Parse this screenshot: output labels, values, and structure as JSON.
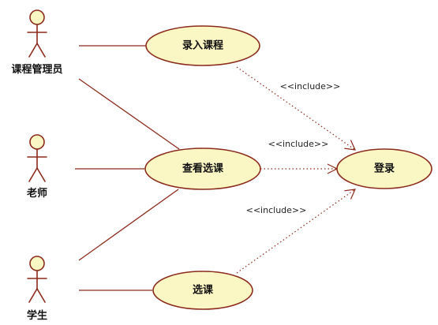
{
  "actors": [
    {
      "id": "course-admin",
      "label": "课程管理员",
      "icon": "stick-figure-icon"
    },
    {
      "id": "teacher",
      "label": "老师",
      "icon": "stick-figure-icon"
    },
    {
      "id": "student",
      "label": "学生",
      "icon": "stick-figure-icon"
    }
  ],
  "usecases": [
    {
      "id": "enter-course",
      "label": "录入课程"
    },
    {
      "id": "view-selection",
      "label": "查看选课"
    },
    {
      "id": "login",
      "label": "登录"
    },
    {
      "id": "select-course",
      "label": "选课"
    }
  ],
  "associations": [
    {
      "actor": "course-admin",
      "usecase": "enter-course"
    },
    {
      "actor": "course-admin",
      "usecase": "view-selection"
    },
    {
      "actor": "teacher",
      "usecase": "view-selection"
    },
    {
      "actor": "student",
      "usecase": "view-selection"
    },
    {
      "actor": "student",
      "usecase": "select-course"
    }
  ],
  "includes": [
    {
      "from": "enter-course",
      "to": "login",
      "label": "<<include>>"
    },
    {
      "from": "view-selection",
      "to": "login",
      "label": "<<include>>"
    },
    {
      "from": "select-course",
      "to": "login",
      "label": "<<include>>"
    }
  ],
  "colors": {
    "fill": "#fbf7c4",
    "stroke": "#8b2b1c",
    "text": "#111111"
  }
}
